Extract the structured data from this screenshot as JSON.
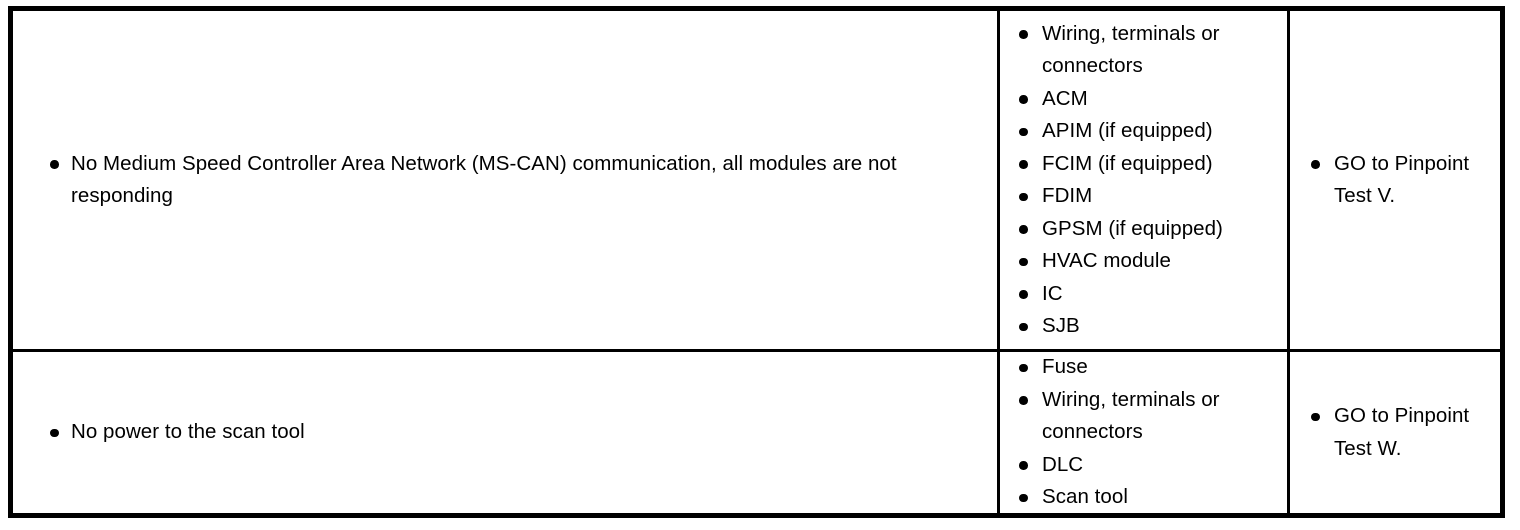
{
  "document": {
    "type": "diagnostic-symptom-chart",
    "bullet_glyph": "filled-round-bullet",
    "text_color": "#000000",
    "background_color": "#ffffff",
    "border_color": "#000000"
  },
  "table": {
    "rows": [
      {
        "condition": [
          "No Medium Speed Controller Area Network (MS-CAN) communication, all modules are not responding"
        ],
        "sources": [
          "Wiring, terminals or connectors",
          "ACM",
          "APIM (if equipped)",
          "FCIM (if equipped)",
          "FDIM",
          "GPSM (if equipped)",
          "HVAC module",
          "IC",
          "SJB"
        ],
        "actions": [
          "GO to Pinpoint Test V."
        ]
      },
      {
        "condition": [
          "No power to the scan tool"
        ],
        "sources": [
          "Fuse",
          "Wiring, terminals or connectors",
          "DLC",
          "Scan tool"
        ],
        "actions": [
          "GO to Pinpoint Test W."
        ]
      }
    ]
  }
}
